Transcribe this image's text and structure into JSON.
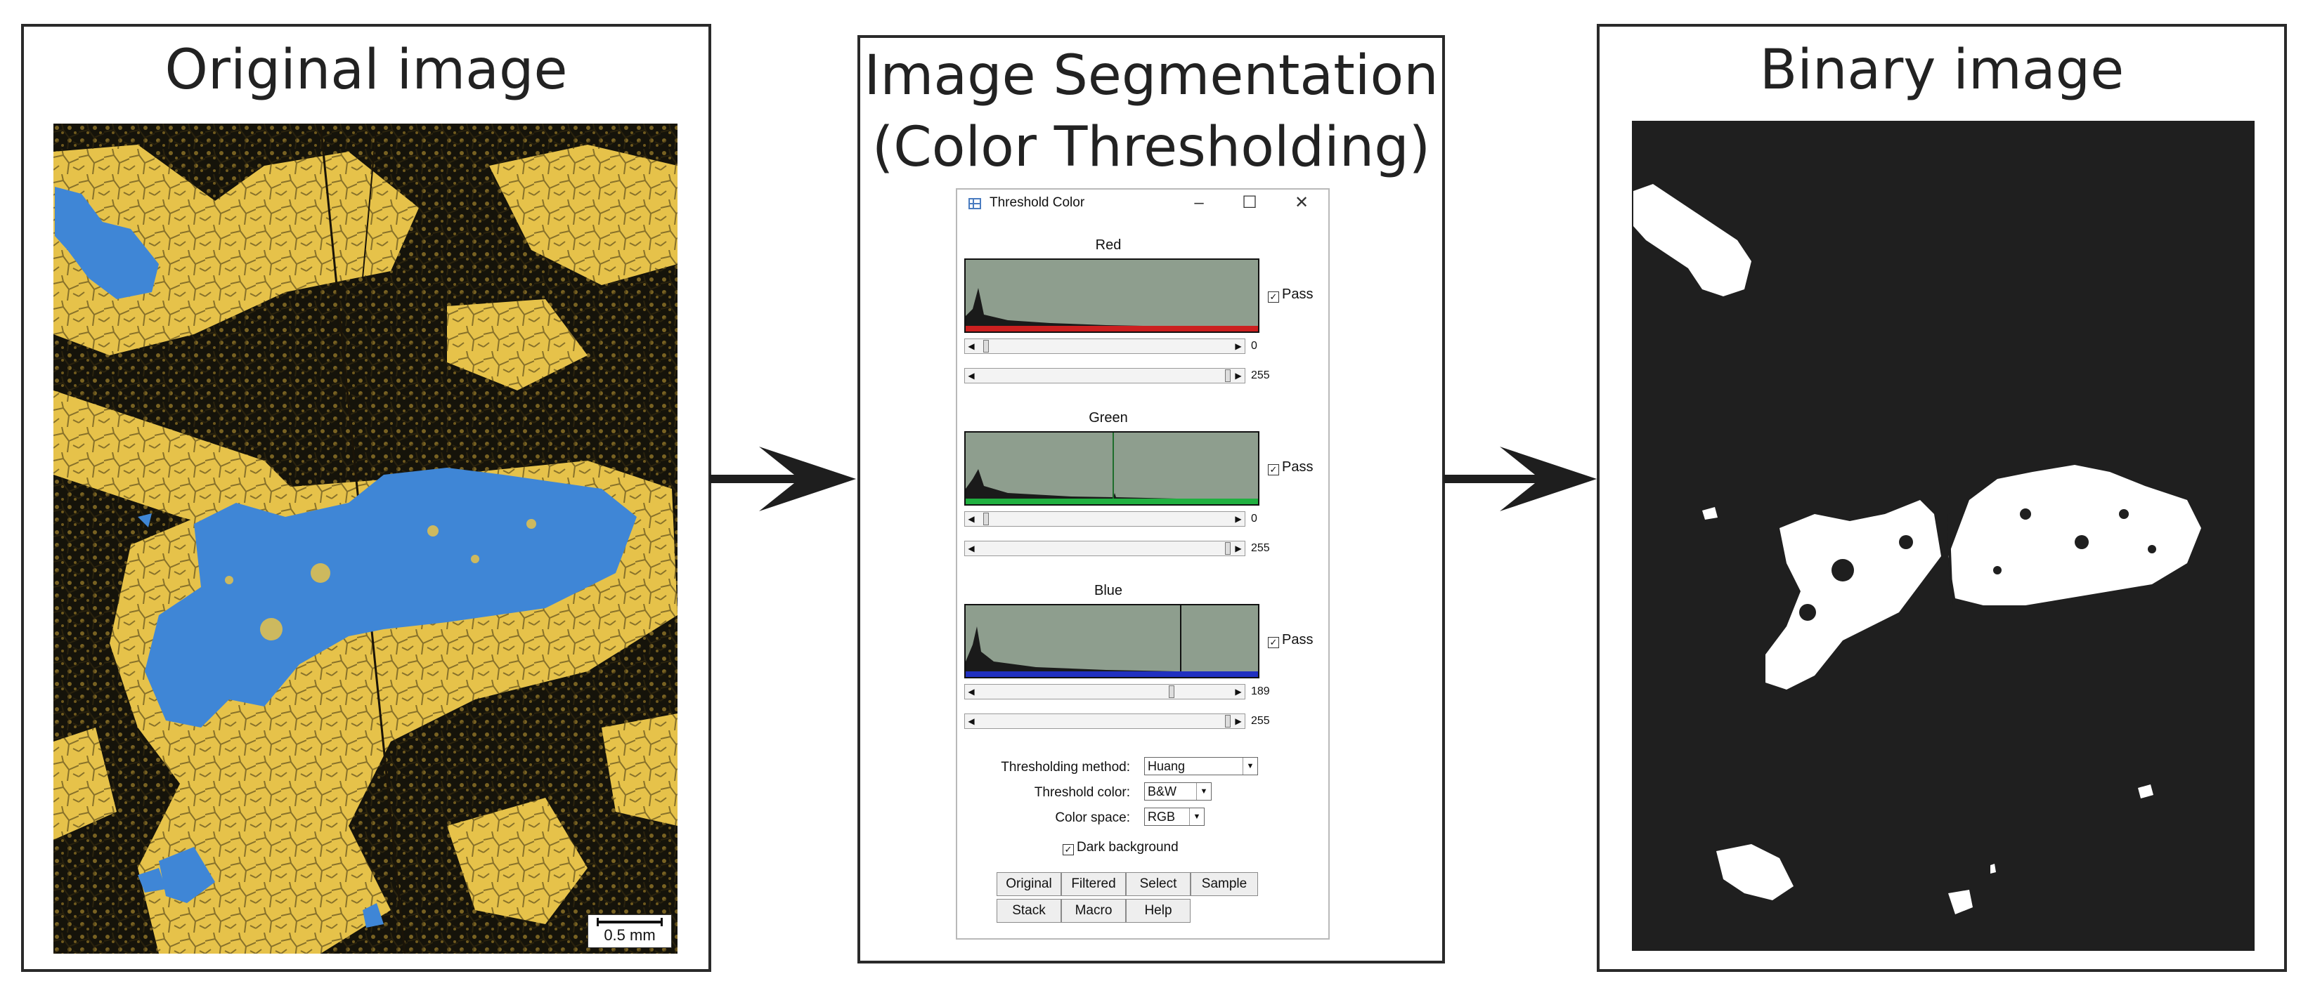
{
  "panels": {
    "original": {
      "title": "Original image",
      "scale_bar": "0.5 mm"
    },
    "segmentation": {
      "title_line1": "Image Segmentation",
      "title_line2": "(Color Thresholding)"
    },
    "binary": {
      "title": "Binary image"
    }
  },
  "dialog": {
    "title": "Threshold Color",
    "channels": [
      {
        "label": "Red",
        "pass_label": "Pass",
        "pass_checked": true,
        "min_value": "0",
        "max_value": "255",
        "color": "#cc2020"
      },
      {
        "label": "Green",
        "pass_label": "Pass",
        "pass_checked": true,
        "min_value": "0",
        "max_value": "255",
        "color": "#20b040"
      },
      {
        "label": "Blue",
        "pass_label": "Pass",
        "pass_checked": true,
        "min_value": "189",
        "max_value": "255",
        "color": "#2030c0"
      }
    ],
    "method_label": "Thresholding method:",
    "method_value": "Huang",
    "color_label": "Threshold color:",
    "color_value": "B&W",
    "space_label": "Color space:",
    "space_value": "RGB",
    "dark_background_label": "Dark background",
    "dark_background_checked": true,
    "buttons_row1": [
      "Original",
      "Filtered",
      "Select",
      "Sample"
    ],
    "buttons_row2": [
      "Stack",
      "Macro",
      "Help"
    ]
  },
  "colors": {
    "border": "#2a2a2a",
    "gold": "#e6c24a",
    "dark": "#15130a",
    "selection_blue": "#3f86d6",
    "binary_background": "#1f1f1f",
    "binary_foreground": "#ffffff"
  }
}
